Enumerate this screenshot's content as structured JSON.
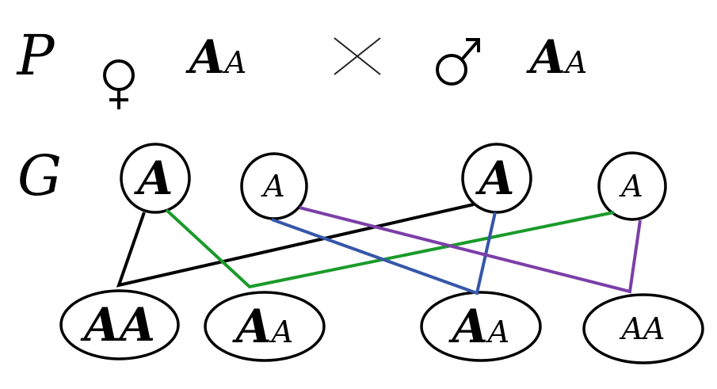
{
  "parents": {
    "row_label": "P",
    "female": {
      "symbol": "♀",
      "genotype": [
        "A",
        "A"
      ],
      "recessive": [
        false,
        true
      ]
    },
    "cross_symbol": "×",
    "male": {
      "symbol": "♂",
      "genotype": [
        "A",
        "A"
      ],
      "recessive": [
        false,
        true
      ]
    }
  },
  "gametes": {
    "row_label": "G",
    "items": [
      {
        "allele": "A",
        "recessive": false
      },
      {
        "allele": "A",
        "recessive": true
      },
      {
        "allele": "A",
        "recessive": false
      },
      {
        "allele": "A",
        "recessive": true
      }
    ]
  },
  "offspring": [
    {
      "alleles": [
        "A",
        "A"
      ],
      "recessive": [
        false,
        false
      ]
    },
    {
      "alleles": [
        "A",
        "A"
      ],
      "recessive": [
        false,
        true
      ]
    },
    {
      "alleles": [
        "A",
        "A"
      ],
      "recessive": [
        false,
        true
      ]
    },
    {
      "alleles": [
        "A",
        "A"
      ],
      "recessive": [
        true,
        true
      ]
    }
  ],
  "colors": {
    "black": "#000000",
    "green": "#1a9a2a",
    "blue": "#3656a8",
    "purple": "#7b3fa8"
  }
}
